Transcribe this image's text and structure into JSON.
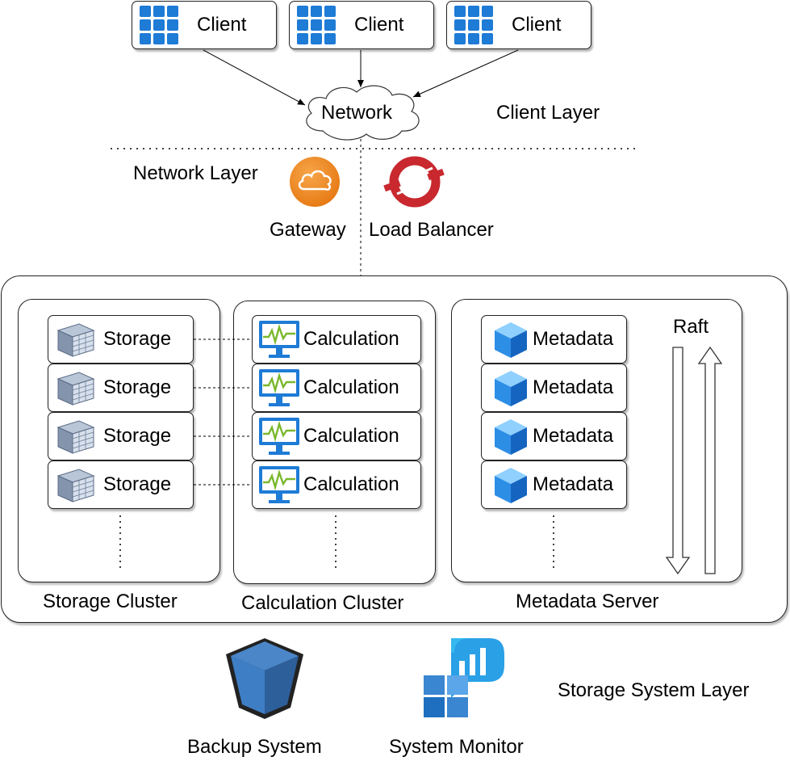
{
  "clients": [
    "Client",
    "Client",
    "Client"
  ],
  "network": {
    "label": "Network"
  },
  "layers": {
    "client": "Client Layer",
    "network": "Network Layer",
    "storage_system": "Storage System Layer"
  },
  "network_layer": {
    "gateway": "Gateway",
    "load_balancer": "Load Balancer"
  },
  "storage_cluster": {
    "title": "Storage Cluster",
    "nodes": [
      "Storage",
      "Storage",
      "Storage",
      "Storage"
    ]
  },
  "calculation_cluster": {
    "title": "Calculation Cluster",
    "nodes": [
      "Calculation",
      "Calculation",
      "Calculation",
      "Calculation"
    ]
  },
  "metadata_server": {
    "title": "Metadata Server",
    "nodes": [
      "Metadata",
      "Metadata",
      "Metadata",
      "Metadata"
    ],
    "consensus": "Raft"
  },
  "bottom": {
    "backup": "Backup System",
    "monitor": "System Monitor"
  },
  "colors": {
    "accent_blue": "#1e7bd6",
    "gateway_orange": "#f08a1e",
    "loadbalancer_red": "#c8282e",
    "monitor_green": "#7ab82e"
  }
}
